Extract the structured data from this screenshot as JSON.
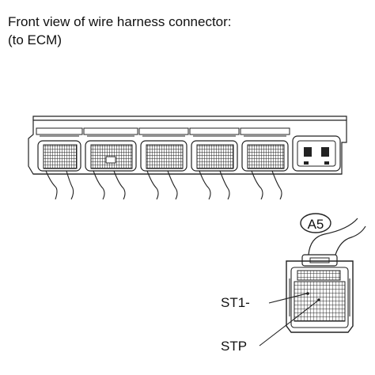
{
  "title": {
    "line1": "Front view of wire harness connector:",
    "line2": "(to ECM)"
  },
  "connector": {
    "id_label": "A5",
    "pins": [
      {
        "label": "ST1-"
      },
      {
        "label": "STP"
      }
    ]
  }
}
